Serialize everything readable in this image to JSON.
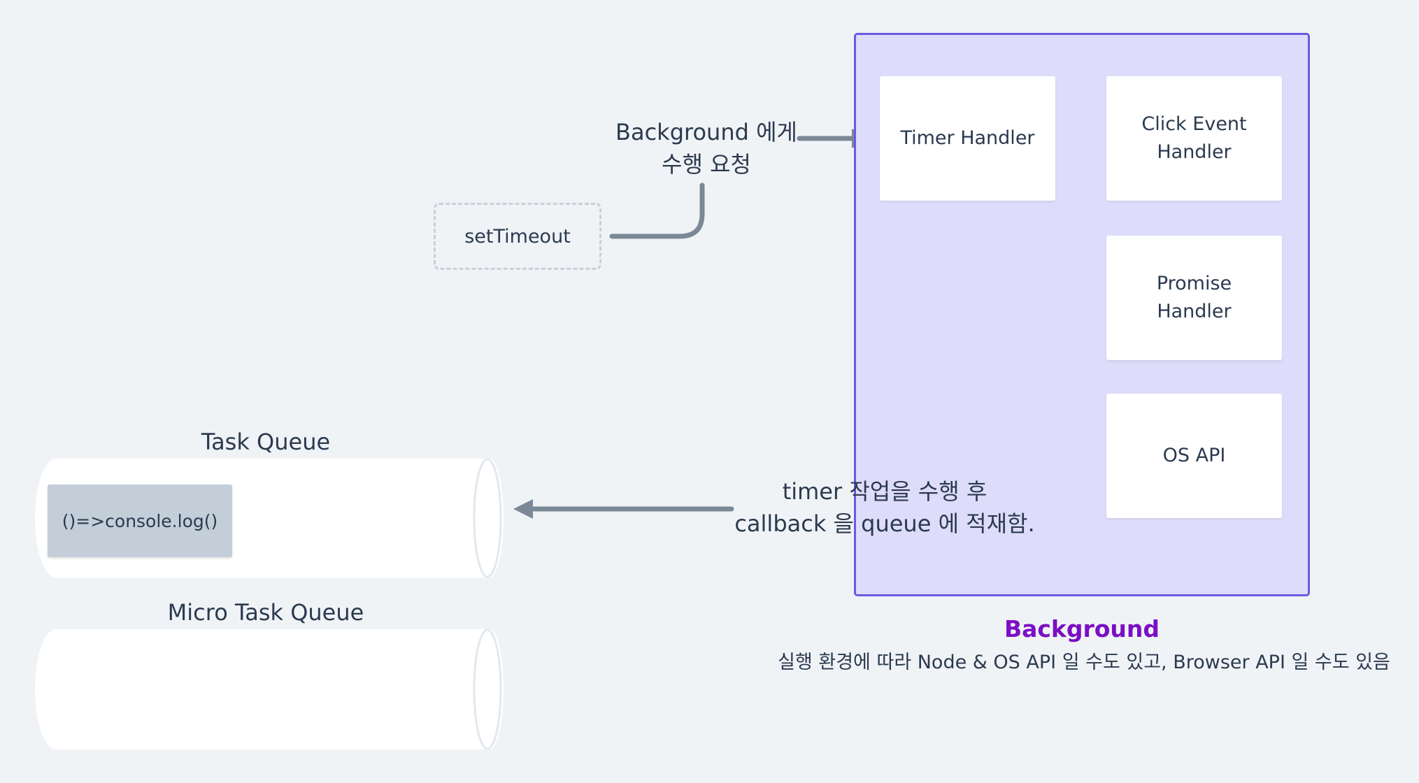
{
  "background": {
    "title": "Background",
    "description": "실행 환경에 따라 Node & OS API 일 수도 있고, Browser API 일 수도 있음",
    "handlers": [
      {
        "id": "timer",
        "lines": [
          "Timer Handler"
        ]
      },
      {
        "id": "click",
        "lines": [
          "Click Event",
          "Handler"
        ]
      },
      {
        "id": "promise",
        "lines": [
          "Promise",
          "Handler"
        ]
      },
      {
        "id": "os",
        "lines": [
          "OS API"
        ]
      }
    ]
  },
  "set_timeout": {
    "label": "setTimeout"
  },
  "request_label": {
    "lines": [
      "Background 에게",
      "수행 요청"
    ]
  },
  "enqueue_label": {
    "lines": [
      "timer 작업을 수행 후",
      "callback 을 queue 에 적재함."
    ]
  },
  "task_queue": {
    "title": "Task Queue",
    "items": [
      "()=>console.log()"
    ]
  },
  "micro_task_queue": {
    "title": "Micro Task Queue",
    "items": []
  },
  "colors": {
    "page_bg": "#f0f3f6",
    "panel_fill": "#dedcfb",
    "panel_border": "#6a5ae0",
    "connector": "#7b8896",
    "title_accent": "#7a0fc4",
    "queue_item": "#c4ced8"
  }
}
